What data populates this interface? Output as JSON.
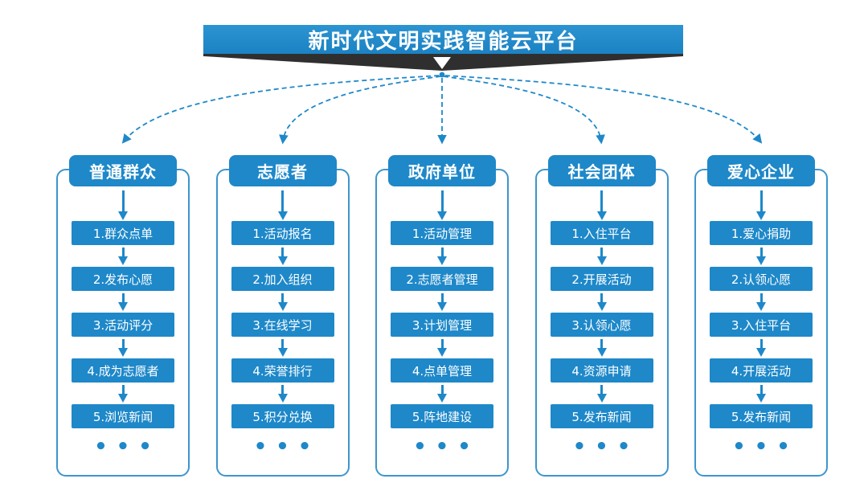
{
  "title": "新时代文明实践智能云平台",
  "ellipsis": "•••",
  "colors": {
    "primary_blue": "#1e88c9",
    "frame_blue": "#3d95cc",
    "ribbon_dark": "#2f2f2f",
    "text_on_blue": "#ffffff"
  },
  "columns": [
    {
      "header": "普通群众",
      "steps": [
        "1.群众点单",
        "2.发布心愿",
        "3.活动评分",
        "4.成为志愿者",
        "5.浏览新闻"
      ]
    },
    {
      "header": "志愿者",
      "steps": [
        "1.活动报名",
        "2.加入组织",
        "3.在线学习",
        "4.荣誉排行",
        "5.积分兑换"
      ]
    },
    {
      "header": "政府单位",
      "steps": [
        "1.活动管理",
        "2.志愿者管理",
        "3.计划管理",
        "4.点单管理",
        "5.阵地建设"
      ]
    },
    {
      "header": "社会团体",
      "steps": [
        "1.入住平台",
        "2.开展活动",
        "3.认领心愿",
        "4.资源申请",
        "5.发布新闻"
      ]
    },
    {
      "header": "爱心企业",
      "steps": [
        "1.爱心捐助",
        "2.认领心愿",
        "3.入住平台",
        "4.开展活动",
        "5.发布新闻"
      ]
    }
  ]
}
